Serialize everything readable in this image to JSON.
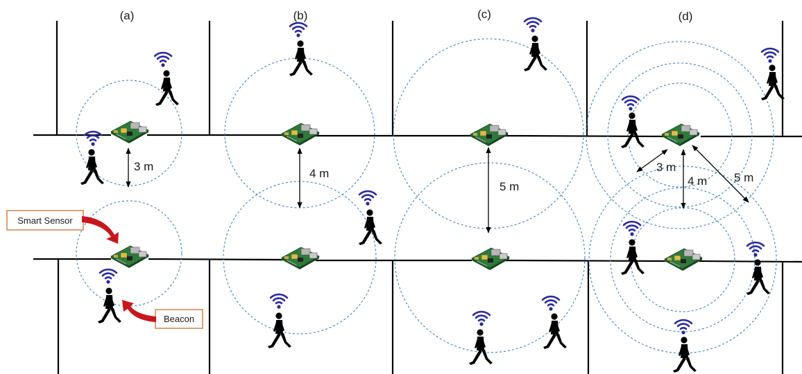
{
  "panels": [
    {
      "id": "a",
      "label": "(a)"
    },
    {
      "id": "b",
      "label": "(b)"
    },
    {
      "id": "c",
      "label": "(c)"
    },
    {
      "id": "d",
      "label": "(d)"
    }
  ],
  "distances": {
    "a": "3 m",
    "b": "4 m",
    "c": "5 m",
    "d": [
      "3 m",
      "4 m",
      "5 m"
    ]
  },
  "callouts": {
    "smart_sensor": "Smart Sensor",
    "beacon": "Beacon"
  },
  "colors": {
    "range_circle": "#3b7fc4",
    "wifi": "#2a2a9e",
    "callout_arrow": "#c8161d",
    "callout_border": "#d07b3a",
    "pcb": "#2e7a3a",
    "walls": "#000000"
  },
  "icons": {
    "sensor": "raspberry-pi-board-icon",
    "beacon": "wifi-signal-icon",
    "person": "walking-person-icon"
  }
}
